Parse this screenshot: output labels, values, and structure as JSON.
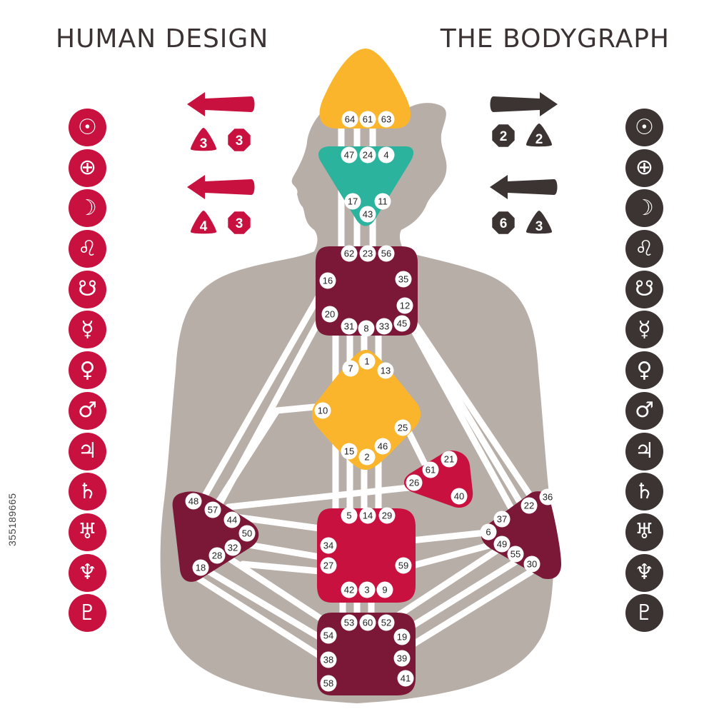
{
  "titles": {
    "left": "HUMAN DESIGN",
    "right": "THE BODYGRAPH"
  },
  "side_text": "355189665",
  "colors": {
    "silhouette": "#b8aea8",
    "crimson": "#c8113f",
    "maroon": "#7b1838",
    "yellow": "#fbb52c",
    "teal": "#2cb39d",
    "dark": "#3c3432",
    "channel": "#ffffff"
  },
  "planets": {
    "order": [
      "sun",
      "earth",
      "moon",
      "north-node",
      "south-node",
      "mercury",
      "venus",
      "mars",
      "jupiter",
      "saturn",
      "uranus",
      "neptune",
      "pluto"
    ],
    "glyphs": [
      "☉",
      "⊕",
      "☽",
      "♌",
      "☋",
      "☿",
      "♀",
      "♂",
      "♃",
      "♄",
      "♅",
      "♆",
      "♇"
    ]
  },
  "arrows": {
    "left": [
      {
        "direction": "left",
        "badges": [
          {
            "shape": "triangle",
            "value": "3"
          },
          {
            "shape": "octagon",
            "value": "3"
          }
        ]
      },
      {
        "direction": "left",
        "badges": [
          {
            "shape": "triangle",
            "value": "4"
          },
          {
            "shape": "octagon",
            "value": "3"
          }
        ]
      }
    ],
    "right": [
      {
        "direction": "right",
        "badges": [
          {
            "shape": "octagon",
            "value": "2"
          },
          {
            "shape": "triangle",
            "value": "2"
          }
        ]
      },
      {
        "direction": "left",
        "badges": [
          {
            "shape": "octagon",
            "value": "6"
          },
          {
            "shape": "triangle",
            "value": "3"
          }
        ]
      }
    ]
  },
  "centers": [
    {
      "name": "head",
      "gates": [
        "64",
        "61",
        "63"
      ]
    },
    {
      "name": "ajna",
      "gates": [
        "47",
        "24",
        "4",
        "17",
        "43",
        "11"
      ]
    },
    {
      "name": "throat",
      "gates": [
        "62",
        "23",
        "56",
        "16",
        "35",
        "12",
        "20",
        "31",
        "8",
        "33",
        "45"
      ]
    },
    {
      "name": "g-center",
      "gates": [
        "1",
        "7",
        "13",
        "10",
        "25",
        "15",
        "2",
        "46"
      ]
    },
    {
      "name": "heart",
      "gates": [
        "21",
        "61",
        "26",
        "40"
      ]
    },
    {
      "name": "spleen",
      "gates": [
        "48",
        "57",
        "44",
        "50",
        "32",
        "28",
        "18"
      ]
    },
    {
      "name": "sacral",
      "gates": [
        "5",
        "14",
        "29",
        "34",
        "27",
        "59",
        "42",
        "3",
        "9"
      ]
    },
    {
      "name": "solar-plexus",
      "gates": [
        "36",
        "22",
        "37",
        "6",
        "49",
        "55",
        "30"
      ]
    },
    {
      "name": "root",
      "gates": [
        "53",
        "60",
        "52",
        "54",
        "19",
        "38",
        "39",
        "58",
        "41"
      ]
    }
  ]
}
